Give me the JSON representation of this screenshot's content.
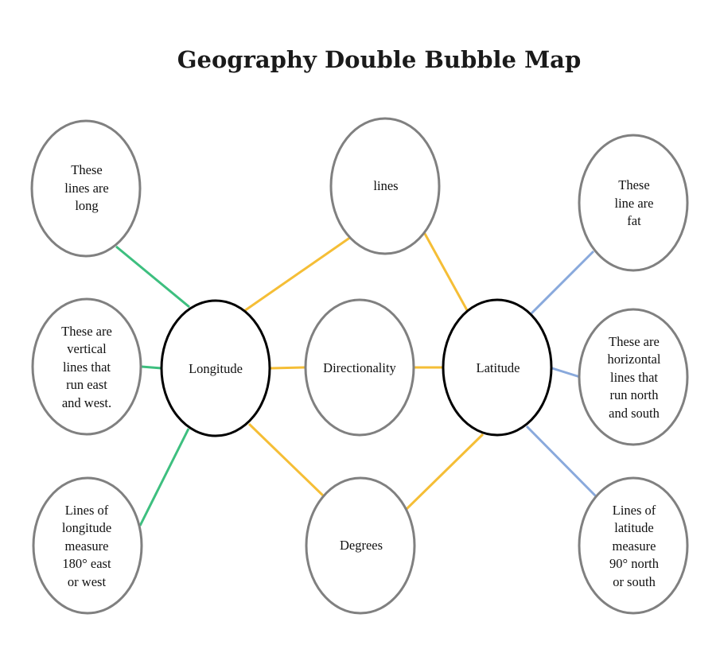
{
  "title": "Geography Double Bubble Map",
  "colors": {
    "left_links": "#3dbf7f",
    "shared_links": "#f5be36",
    "right_links": "#89a9dc",
    "topic_outline": "#000000",
    "node_outline": "#808080"
  },
  "topics": {
    "left": "Longitude",
    "right": "Latitude"
  },
  "shared": [
    "lines",
    "Directionality",
    "Degrees"
  ],
  "left_attributes": [
    "These\nlines are\nlong",
    "These are\nvertical\nlines that\nrun east\nand west.",
    "Lines of\nlongitude\nmeasure\n180° east\nor west"
  ],
  "right_attributes": [
    "These\nline are\nfat",
    "These are\nhorizontal\nlines that\nrun north\nand south",
    "Lines of\nlatitude\nmeasure\n90° north\nor south"
  ]
}
